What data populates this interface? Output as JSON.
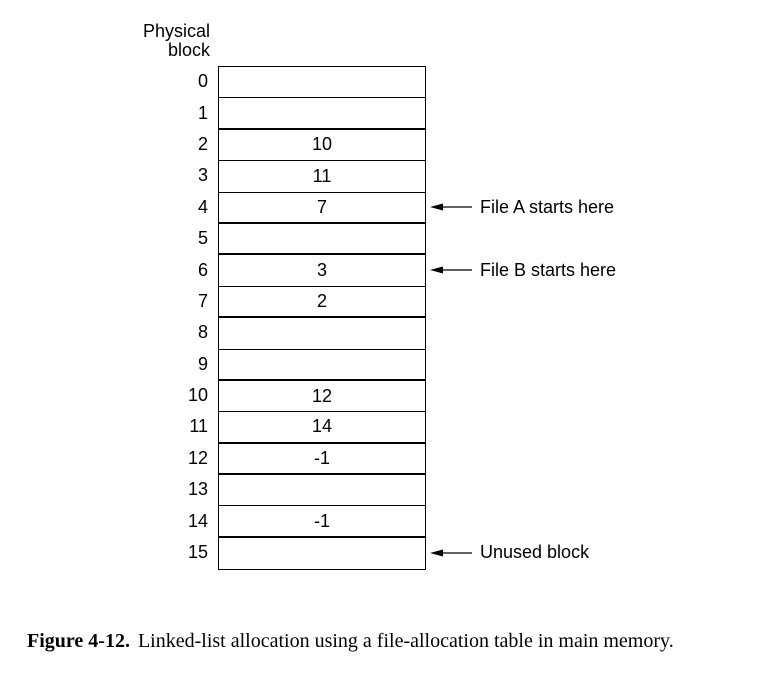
{
  "header": {
    "line1": "Physical",
    "line2": "block"
  },
  "blocks": [
    {
      "index": "0",
      "value": ""
    },
    {
      "index": "1",
      "value": ""
    },
    {
      "index": "2",
      "value": "10"
    },
    {
      "index": "3",
      "value": "11"
    },
    {
      "index": "4",
      "value": "7"
    },
    {
      "index": "5",
      "value": ""
    },
    {
      "index": "6",
      "value": "3"
    },
    {
      "index": "7",
      "value": "2"
    },
    {
      "index": "8",
      "value": ""
    },
    {
      "index": "9",
      "value": ""
    },
    {
      "index": "10",
      "value": "12"
    },
    {
      "index": "11",
      "value": "14"
    },
    {
      "index": "12",
      "value": "-1"
    },
    {
      "index": "13",
      "value": ""
    },
    {
      "index": "14",
      "value": "-1"
    },
    {
      "index": "15",
      "value": ""
    }
  ],
  "annotations": [
    {
      "row": 4,
      "text": "File A starts here"
    },
    {
      "row": 6,
      "text": "File B starts here"
    },
    {
      "row": 15,
      "text": "Unused block"
    }
  ],
  "caption": {
    "label": "Figure 4-12.",
    "text": "Linked-list allocation using a file-allocation table in main memory."
  }
}
